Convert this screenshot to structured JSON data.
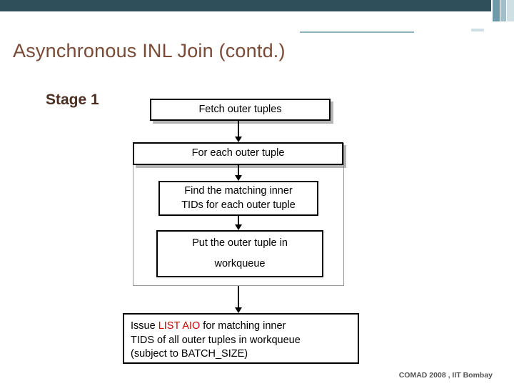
{
  "slide": {
    "title": "Asynchronous INL Join (contd.)",
    "stage_label": "Stage 1",
    "footer": "COMAD 2008 , IIT Bombay"
  },
  "flow": {
    "boxes": [
      {
        "id": "fetch",
        "text": "Fetch outer tuples"
      },
      {
        "id": "foreach",
        "text": "For each outer tuple"
      },
      {
        "id": "find",
        "line1": "Find the matching inner",
        "line2": "TIDs for each outer tuple"
      },
      {
        "id": "put",
        "line1": "Put the outer tuple in",
        "line2": "workqueue"
      },
      {
        "id": "issue",
        "line1_a": "Issue ",
        "line1_highlight": "LIST AIO",
        "line1_b": " for matching inner",
        "line2": "TIDS of all outer tuples in workqueue",
        "line3": "(subject to BATCH_SIZE)"
      }
    ],
    "arrow_count": 4,
    "highlight_color": "#cc0000"
  },
  "theme": {
    "title_color": "#7a4a36",
    "band_dark": "#2f4f5a",
    "band_teal": "#6d9aa8",
    "frame_color": "#9a9a9a"
  }
}
